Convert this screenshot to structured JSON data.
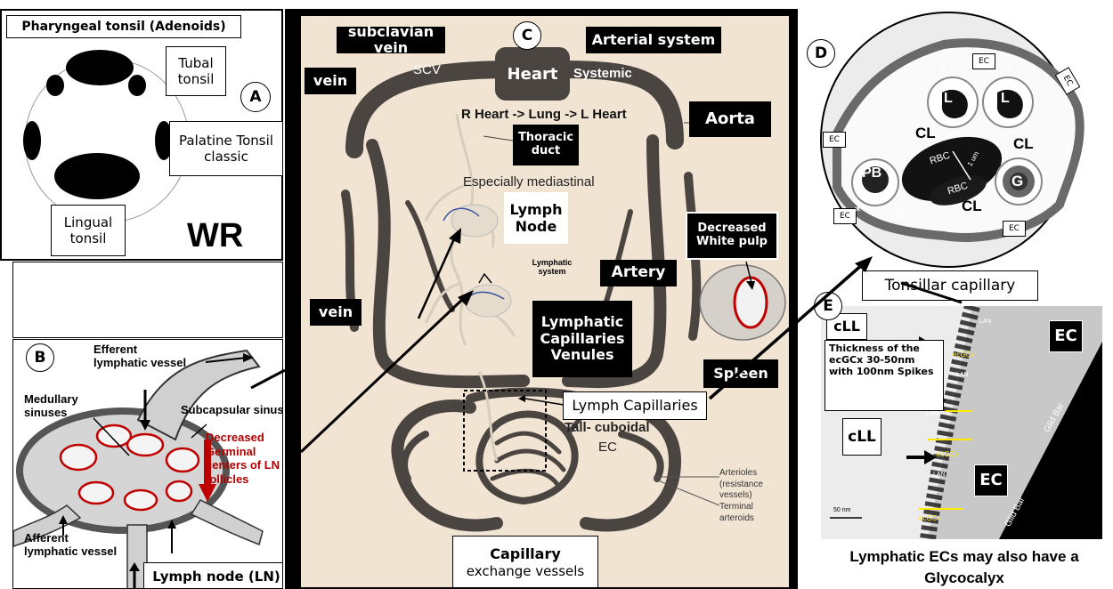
{
  "panelA": {
    "marker": "A",
    "title": "Pharyngeal tonsil (Adenoids)",
    "tubal": "Tubal tonsil",
    "palatine": "Palatine Tonsil classic",
    "lingual": "Lingual tonsil",
    "wr": "WR"
  },
  "panelB": {
    "marker": "B",
    "efferent": "Efferent lymphatic vessel",
    "medullary": "Medullary sinuses",
    "subcapsular": "Subcapsular sinus",
    "decreased_germinal": "Decreased Germinal centers of LN follicles",
    "afferent": "Afferent lymphatic vessel",
    "lymph_node": "Lymph node (LN)"
  },
  "panelC": {
    "marker": "C",
    "subclavian": "subclavian vein",
    "arterial_system": "Arterial system",
    "vein_top": "vein",
    "scv": "SCV",
    "heart": "Heart",
    "systemic": "Systemic",
    "heart_path": "R Heart -> Lung -> L Heart",
    "aorta": "Aorta",
    "thoracic_duct": "Thoracic duct",
    "mediastinal": "Especially mediastinal",
    "lymph_node": "Lymph Node",
    "decreased_white_pulp": "Decreased White pulp",
    "lymphatic_system": "Lymphatic system",
    "artery": "Artery",
    "vein_mid": "vein",
    "lymphatic_capillaries": "Lymphatic Capillaries Venules",
    "spleen": "Spleen",
    "lymph_capillaries": "Lymph Capillaries",
    "tall_cuboidal": "Tall- cuboidal",
    "ec": "EC",
    "arterioles": "Arterioles (resistance vessels)",
    "terminal_arterioids": "Terminal arteroids",
    "capillary": "Capillary",
    "exchange_vessels": "exchange vessels"
  },
  "panelD": {
    "marker": "D",
    "ec": "EC",
    "l": "L",
    "cl": "CL",
    "rbc": "RBC",
    "scale": "1 um",
    "pb": "PB",
    "g": "G",
    "star": "*",
    "tonsillar_capillary": "Tonsillar capillary"
  },
  "panelE": {
    "marker": "E",
    "cll": "cLL",
    "lan": "LAN",
    "ec": "EC",
    "thickness": "Thickness of the ecGCx 30-50nm with 100nm Spikes",
    "ecgcx": "ecGCx",
    "glid_bar": "Glid Bar",
    "scale": "50 nm",
    "caption": "Lymphatic ECs may also have a Glycocalyx"
  },
  "colors": {
    "vessel": "#4a4541",
    "bg_c": "#f2e4d3",
    "red_label": "#b00000",
    "yellow": "#ffe800"
  }
}
